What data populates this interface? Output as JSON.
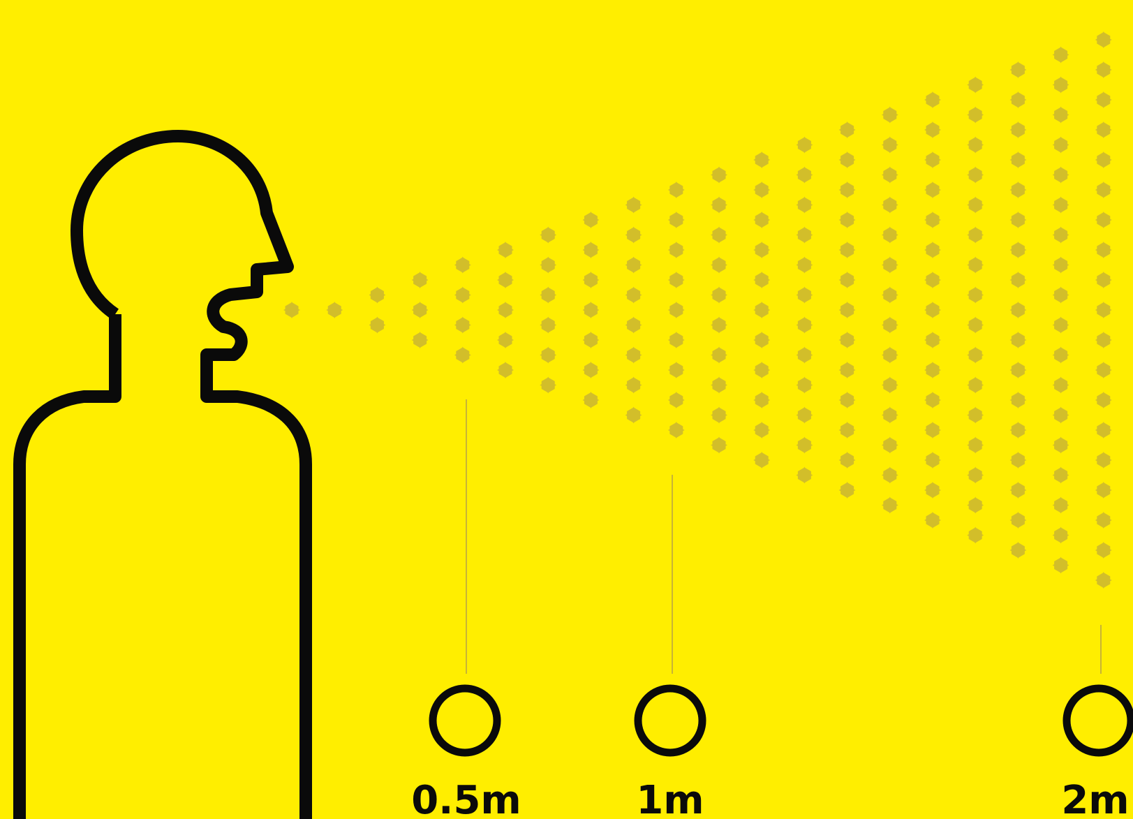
{
  "diagram": {
    "colors": {
      "background": "#FFEE00",
      "outline": "#0A0A0A",
      "droplet": "#D2BE2A",
      "leader_line": "#C8B436"
    },
    "icons": {
      "figure": "person-profile-icon",
      "droplet": "droplet-icon",
      "marker": "circle-marker-icon"
    },
    "markers": [
      {
        "label": "0.5m"
      },
      {
        "label": "1m"
      },
      {
        "label": "2m"
      }
    ]
  }
}
